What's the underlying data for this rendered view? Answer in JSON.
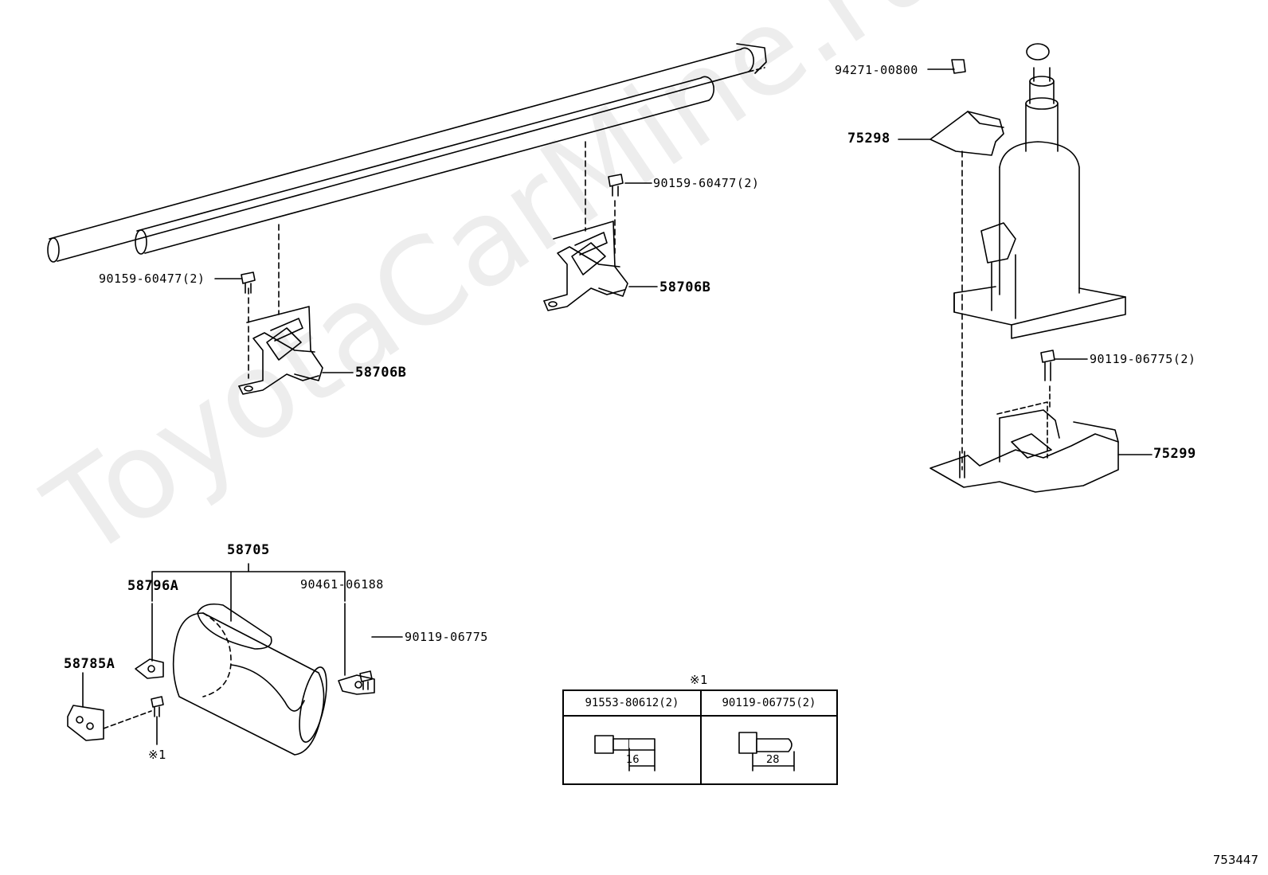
{
  "watermark": "ToyotaCarMine.ru",
  "labels": {
    "p_94271": "94271-00800",
    "p_75298": "75298",
    "p_90159_top": "90159-60477(2)",
    "p_90159_left": "90159-60477(2)",
    "p_58706b_mid": "58706B",
    "p_58706b_left": "58706B",
    "p_90119_right": "90119-06775(2)",
    "p_75299": "75299",
    "p_58705": "58705",
    "p_58796a": "58796A",
    "p_90461": "90461-06188",
    "p_90119_bag": "90119-06775",
    "p_58785a": "58785A",
    "note_mark": "※1"
  },
  "table": {
    "title": "※1",
    "columns": [
      {
        "part": "91553-80612(2)",
        "length": "16"
      },
      {
        "part": "90119-06775(2)",
        "length": "28"
      }
    ]
  },
  "diagram_id": "753447"
}
